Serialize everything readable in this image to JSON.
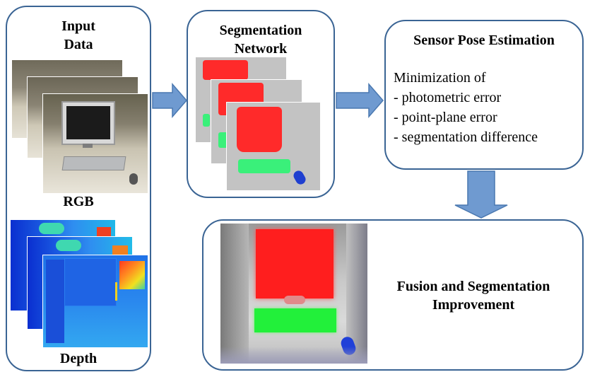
{
  "input_box": {
    "title_line1": "Input",
    "title_line2": "Data",
    "rgb_label": "RGB",
    "depth_label": "Depth"
  },
  "segmentation_box": {
    "title_line1": "Segmentation",
    "title_line2": "Network"
  },
  "pose_box": {
    "title": "Sensor Pose Estimation",
    "lines": [
      "Minimization of",
      "- photometric error",
      "- point-plane error",
      "- segmentation difference"
    ]
  },
  "fusion_box": {
    "title_line1": "Fusion and Segmentation",
    "title_line2": "Improvement"
  },
  "colors": {
    "border": "#3a6494",
    "arrow_fill": "#6f9ad0",
    "arrow_stroke": "#4a78b0",
    "seg_background": "#c3c3c3",
    "seg_red": "#ff2a2a",
    "seg_green": "#3af07a",
    "seg_blue": "#1f3fd0"
  }
}
